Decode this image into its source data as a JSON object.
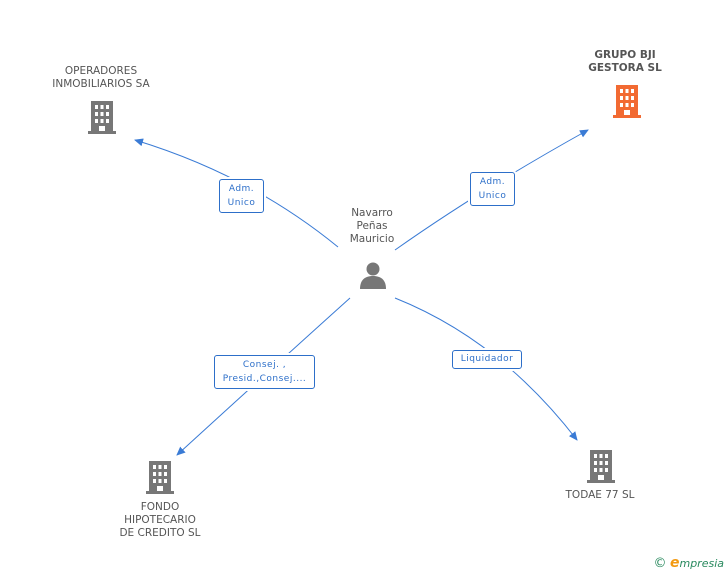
{
  "center": {
    "name_lines": [
      "Navarro",
      "Peñas",
      "Mauricio"
    ],
    "icon": "person-icon"
  },
  "nodes": [
    {
      "id": "operadores",
      "label_lines": [
        "OPERADORES",
        "INMOBILIARIOS SA"
      ],
      "icon": "building-icon",
      "color": "#777777"
    },
    {
      "id": "grupo",
      "label_lines": [
        "GRUPO BJI",
        "GESTORA SL"
      ],
      "icon": "building-icon",
      "color": "#f26a32"
    },
    {
      "id": "fondo",
      "label_lines": [
        "FONDO",
        "HIPOTECARIO",
        "DE CREDITO SL"
      ],
      "icon": "building-icon",
      "color": "#777777"
    },
    {
      "id": "todae",
      "label_lines": [
        "TODAE 77 SL"
      ],
      "icon": "building-icon",
      "color": "#777777"
    }
  ],
  "relations": [
    {
      "to": "operadores",
      "label_lines": [
        "Adm.",
        "Unico"
      ]
    },
    {
      "to": "grupo",
      "label_lines": [
        "Adm.",
        "Unico"
      ]
    },
    {
      "to": "fondo",
      "label_lines": [
        "Consej. ,",
        "Presid.,Consej...."
      ]
    },
    {
      "to": "todae",
      "label_lines": [
        "Liquidador"
      ]
    }
  ],
  "colors": {
    "edge": "#3a7bd5",
    "person": "#777777"
  },
  "footer": {
    "copyright": "©",
    "brand_first": "e",
    "brand_rest": "mpresia"
  }
}
